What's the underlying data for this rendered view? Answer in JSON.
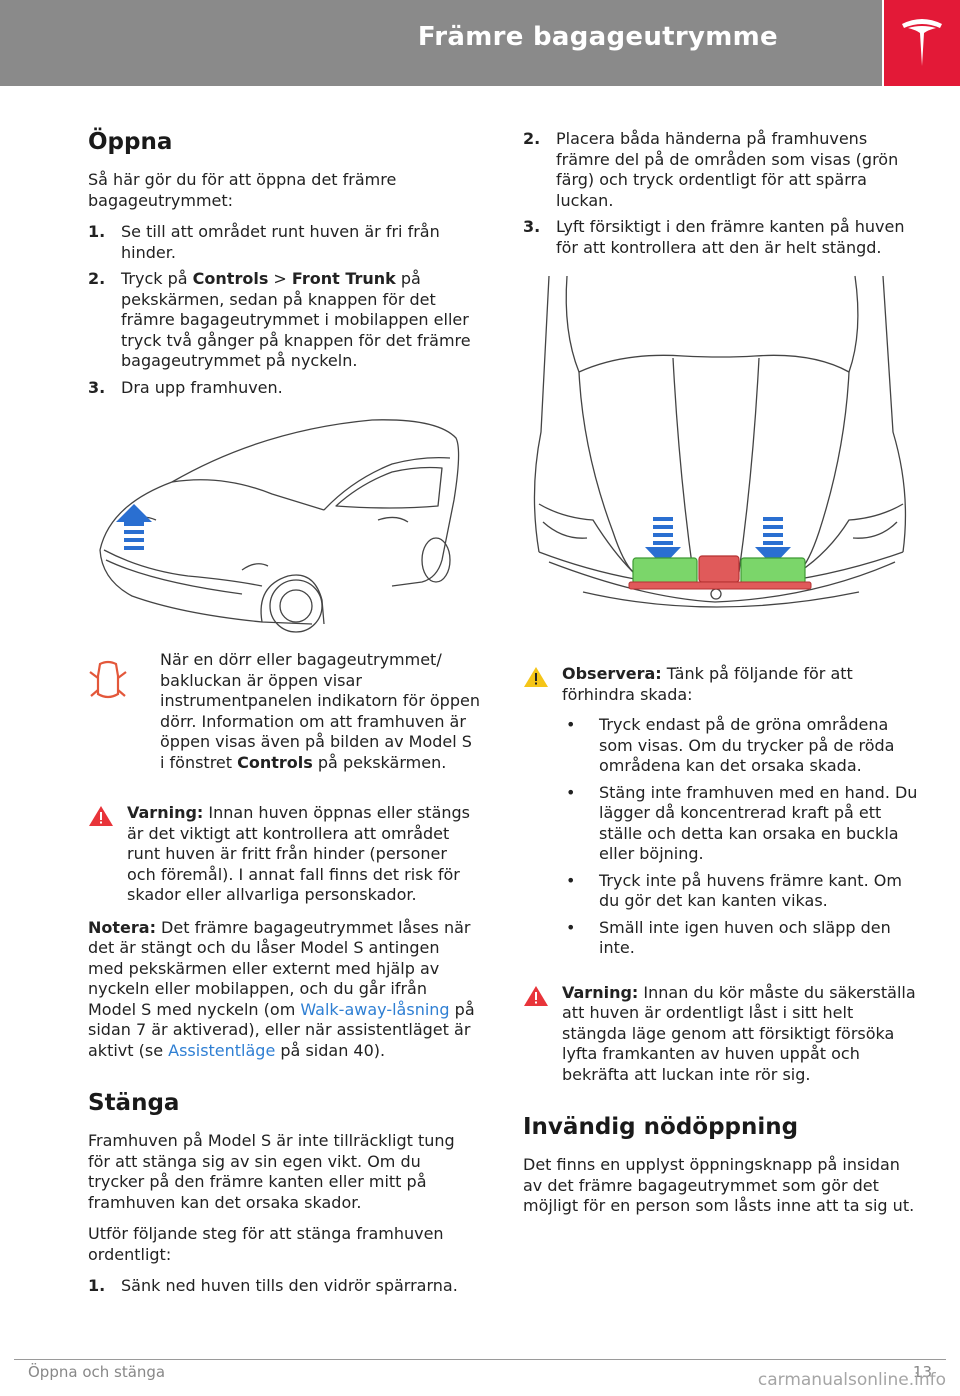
{
  "header": {
    "title": "Främre bagageutrymme",
    "logo": "tesla-t-logo",
    "colors": {
      "bar": "#8a8a8a",
      "logo_bg": "#e31937"
    }
  },
  "open_section": {
    "heading": "Öppna",
    "intro": "Så här gör du för att öppna det främre bagageutrymmet:",
    "steps": [
      {
        "num": "1.",
        "text": "Se till att området runt huven är fri från hinder."
      },
      {
        "num": "2.",
        "pre": "Tryck på ",
        "b1": "Controls",
        "mid": " > ",
        "b2": "Front Trunk",
        "post": " på pekskärmen, sedan på knappen för det främre bagageutrymmet i mobilappen eller tryck två gånger på knappen för det främre bagageutrymmet på nyckeln."
      },
      {
        "num": "3.",
        "text": "Dra upp framhuven."
      }
    ],
    "info": {
      "icon": "door-open-indicator-icon",
      "pre": "När en dörr eller bagageutrymmet/ bakluckan är öppen visar instrumentpanelen indikatorn för öppen dörr. Information om att framhuven är öppen visas även på bilden av Model S i fönstret ",
      "bold": "Controls",
      "post": " på pekskärmen."
    },
    "warning": {
      "label": "Varning:",
      "text": " Innan huven öppnas eller stängs är det viktigt att kontrollera att området runt huven är fritt från hinder (personer och föremål). I annat fall finns det risk för skador eller allvarliga personskador."
    },
    "note": {
      "label": "Notera:",
      "t1": " Det främre bagageutrymmet låses när det är stängt och du låser Model S antingen med pekskärmen eller externt med hjälp av nyckeln eller mobilappen, och du går ifrån Model S med nyckeln (om ",
      "link1": "Walk-away-låsning",
      "t2": " på sidan 7 är aktiverad), eller när assistentläget är aktivt (se ",
      "link2": "Assistentläge",
      "t3": " på sidan 40)."
    }
  },
  "close_section": {
    "heading": "Stänga",
    "p1": "Framhuven på Model S är inte tillräckligt tung för att stänga sig av sin egen vikt. Om du trycker på den främre kanten eller mitt på framhuven kan det orsaka skador.",
    "p2": "Utför följande steg för att stänga framhuven ordentligt:",
    "step1": {
      "num": "1.",
      "text": "Sänk ned huven tills den vidrör spärrarna."
    },
    "step2": {
      "num": "2.",
      "text": "Placera båda händerna på framhuvens främre del på de områden som visas (grön färg) och tryck ordentligt för att spärra luckan."
    },
    "step3": {
      "num": "3.",
      "text": "Lyft försiktigt i den främre kanten på huven för att kontrollera att den är helt stängd."
    },
    "caution": {
      "label": "Observera:",
      "text": " Tänk på följande för att förhindra skada:",
      "bullets": [
        "Tryck endast på de gröna områdena som visas. Om du trycker på de röda områdena kan det orsaka skada.",
        "Stäng inte framhuven med en hand. Du lägger då koncentrerad kraft på ett ställe och detta kan orsaka en buckla eller böjning.",
        "Tryck inte på huvens främre kant. Om du gör det kan kanten vikas.",
        "Smäll inte igen huven och släpp den inte."
      ]
    },
    "warning": {
      "label": "Varning:",
      "text": " Innan du kör måste du säkerställa att huven är ordentligt låst i sitt helt stängda läge genom att försiktigt försöka lyfta framkanten av huven uppåt och bekräfta att luckan inte rör sig."
    }
  },
  "emergency_section": {
    "heading": "Invändig nödöppning",
    "text": "Det finns en upplyst öppningsknapp på insidan av det främre bagageutrymmet som gör det möjligt för en person som låsts inne att ta sig ut."
  },
  "footer": {
    "left": "Öppna och stänga",
    "page": "13",
    "watermark": "carmanualsonline.info"
  }
}
